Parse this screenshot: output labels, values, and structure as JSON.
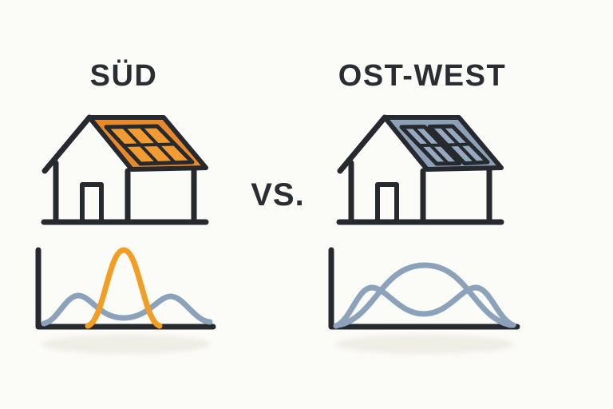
{
  "page": {
    "background": "#FBFBF8",
    "vs_label": "VS."
  },
  "colors": {
    "ink": "#26292D",
    "text": "#2A2E33",
    "roof_orange": "#E88A2B",
    "cell_orange": "#F29B33",
    "curve_orange": "#F49D24",
    "roof_blue": "#8CA1B8",
    "cell_blue": "#95AAC1",
    "curve_blue": "#8BA2BA",
    "shadow": "#EDECE2"
  },
  "sued": {
    "title": "SÜD",
    "house_icon": "house-with-full-south-facing-solar-panel",
    "panel_grid": "3x2 cells"
  },
  "ost_west": {
    "title": "OST-WEST",
    "house_icon": "house-with-two-east-west-solar-panels",
    "panel_grid": "two panels, 2x2 cells each"
  },
  "chart_data": [
    {
      "type": "line",
      "name": "sued-daily-production-profile",
      "title": "",
      "xlabel": "",
      "ylabel": "",
      "axes_labeled": false,
      "grid": false,
      "series": [
        {
          "name": "orange-midday-peak-curve",
          "color": "#F49D24",
          "description": "single tall narrow peak centered at midday",
          "peak_positions_fraction": [
            0.5
          ],
          "relative_peak_height": 1.0
        },
        {
          "name": "blue-morning-evening-curve",
          "color": "#8BA2BA",
          "description": "two small humps, morning and evening, dipping near baseline at midday",
          "peak_positions_fraction": [
            0.23,
            0.77
          ],
          "relative_peak_height": 0.4
        }
      ]
    },
    {
      "type": "line",
      "name": "ost-west-daily-production-profile",
      "title": "",
      "xlabel": "",
      "ylabel": "",
      "axes_labeled": false,
      "grid": false,
      "series": [
        {
          "name": "blue-broad-dome-curve",
          "color": "#8BA2BA",
          "description": "single broad dome centered at midday",
          "peak_positions_fraction": [
            0.5
          ],
          "relative_peak_height": 0.8
        },
        {
          "name": "blue-double-peak-curve",
          "color": "#8BA2BA",
          "description": "morning and evening peaks crossing the dome, shallow dip at midday",
          "peak_positions_fraction": [
            0.22,
            0.78
          ],
          "relative_peak_height": 0.5
        }
      ]
    }
  ]
}
